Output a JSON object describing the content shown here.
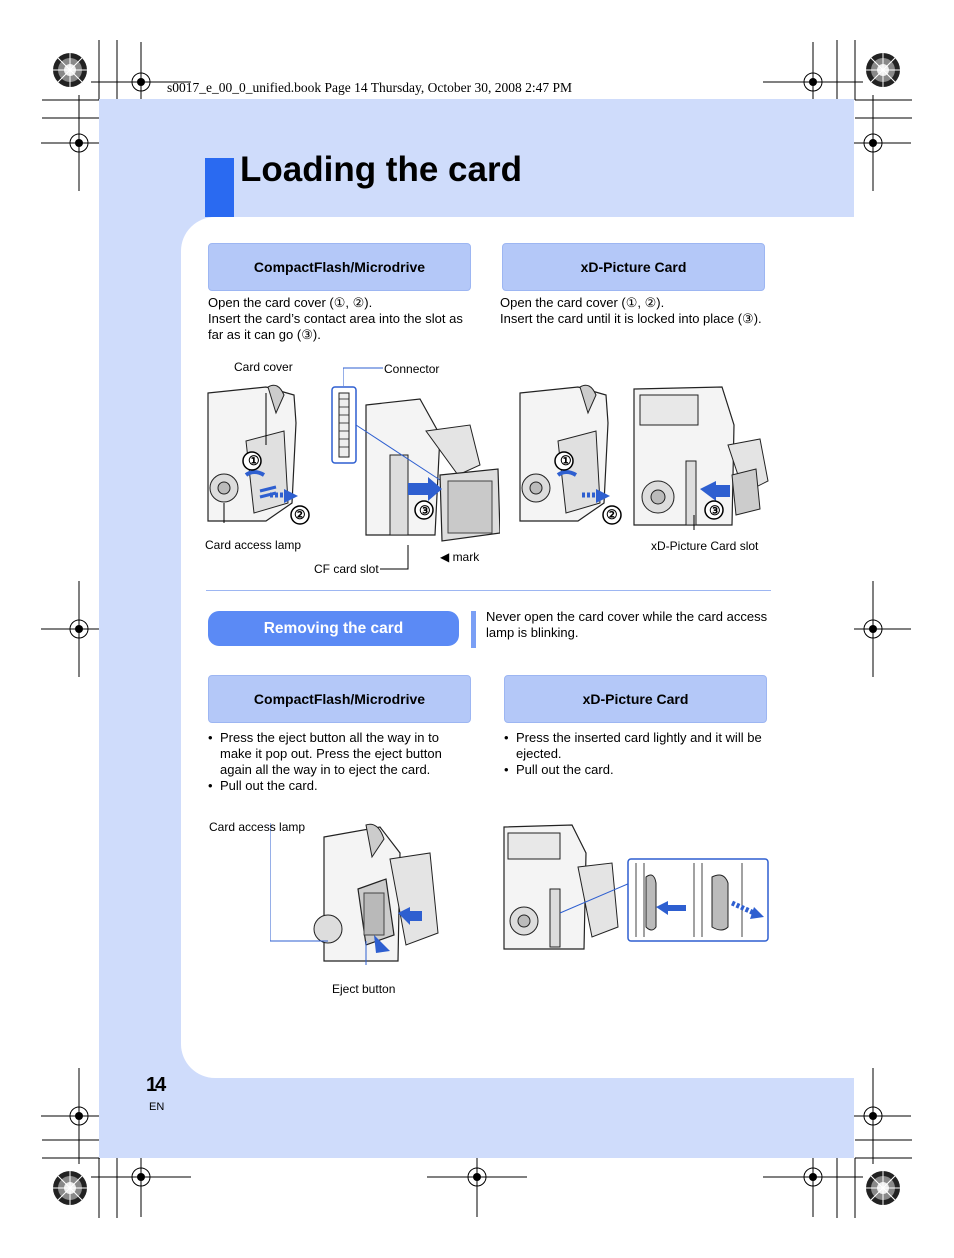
{
  "header": {
    "book_line": "s0017_e_00_0_unified.book  Page 14  Thursday, October 30, 2008  2:47 PM"
  },
  "page": {
    "title": "Loading the card",
    "number": "14",
    "language": "EN"
  },
  "loading": {
    "cf": {
      "heading": "CompactFlash/Microdrive",
      "line1": "Open the card cover (①, ②).",
      "line2": "Insert the card’s contact area into the slot as far as it can go (③)."
    },
    "xd": {
      "heading": "xD-Picture Card",
      "line1": "Open the card cover (①, ②).",
      "line2": "Insert the card until it is locked into place (③)."
    },
    "labels": {
      "card_cover": "Card cover",
      "connector": "Connector",
      "card_access_lamp": "Card access lamp",
      "cf_card_slot": "CF card slot",
      "mark": "◀ mark",
      "xd_card_slot": "xD-Picture Card slot"
    },
    "steps": {
      "one": "①",
      "two": "②",
      "three": "③"
    }
  },
  "removing": {
    "title": "Removing the card",
    "note": "Never open the card cover while the card access lamp is blinking.",
    "cf": {
      "heading": "CompactFlash/Microdrive",
      "bullets": [
        "Press the eject button all the way in to make it pop out. Press the eject button again all the way in to eject the card.",
        "Pull out the card."
      ]
    },
    "xd": {
      "heading": "xD-Picture Card",
      "bullets": [
        "Press the inserted card lightly and it will be ejected.",
        "Pull out the card."
      ]
    },
    "labels": {
      "card_access_lamp": "Card access lamp",
      "eject_button": "Eject button"
    }
  },
  "colors": {
    "page_background": "#cfdcfb",
    "title_accent": "#2a6af1",
    "section_box": "#b4c8f8",
    "pill": "#5b8af5",
    "arrow_blue": "#2e5fd0"
  }
}
